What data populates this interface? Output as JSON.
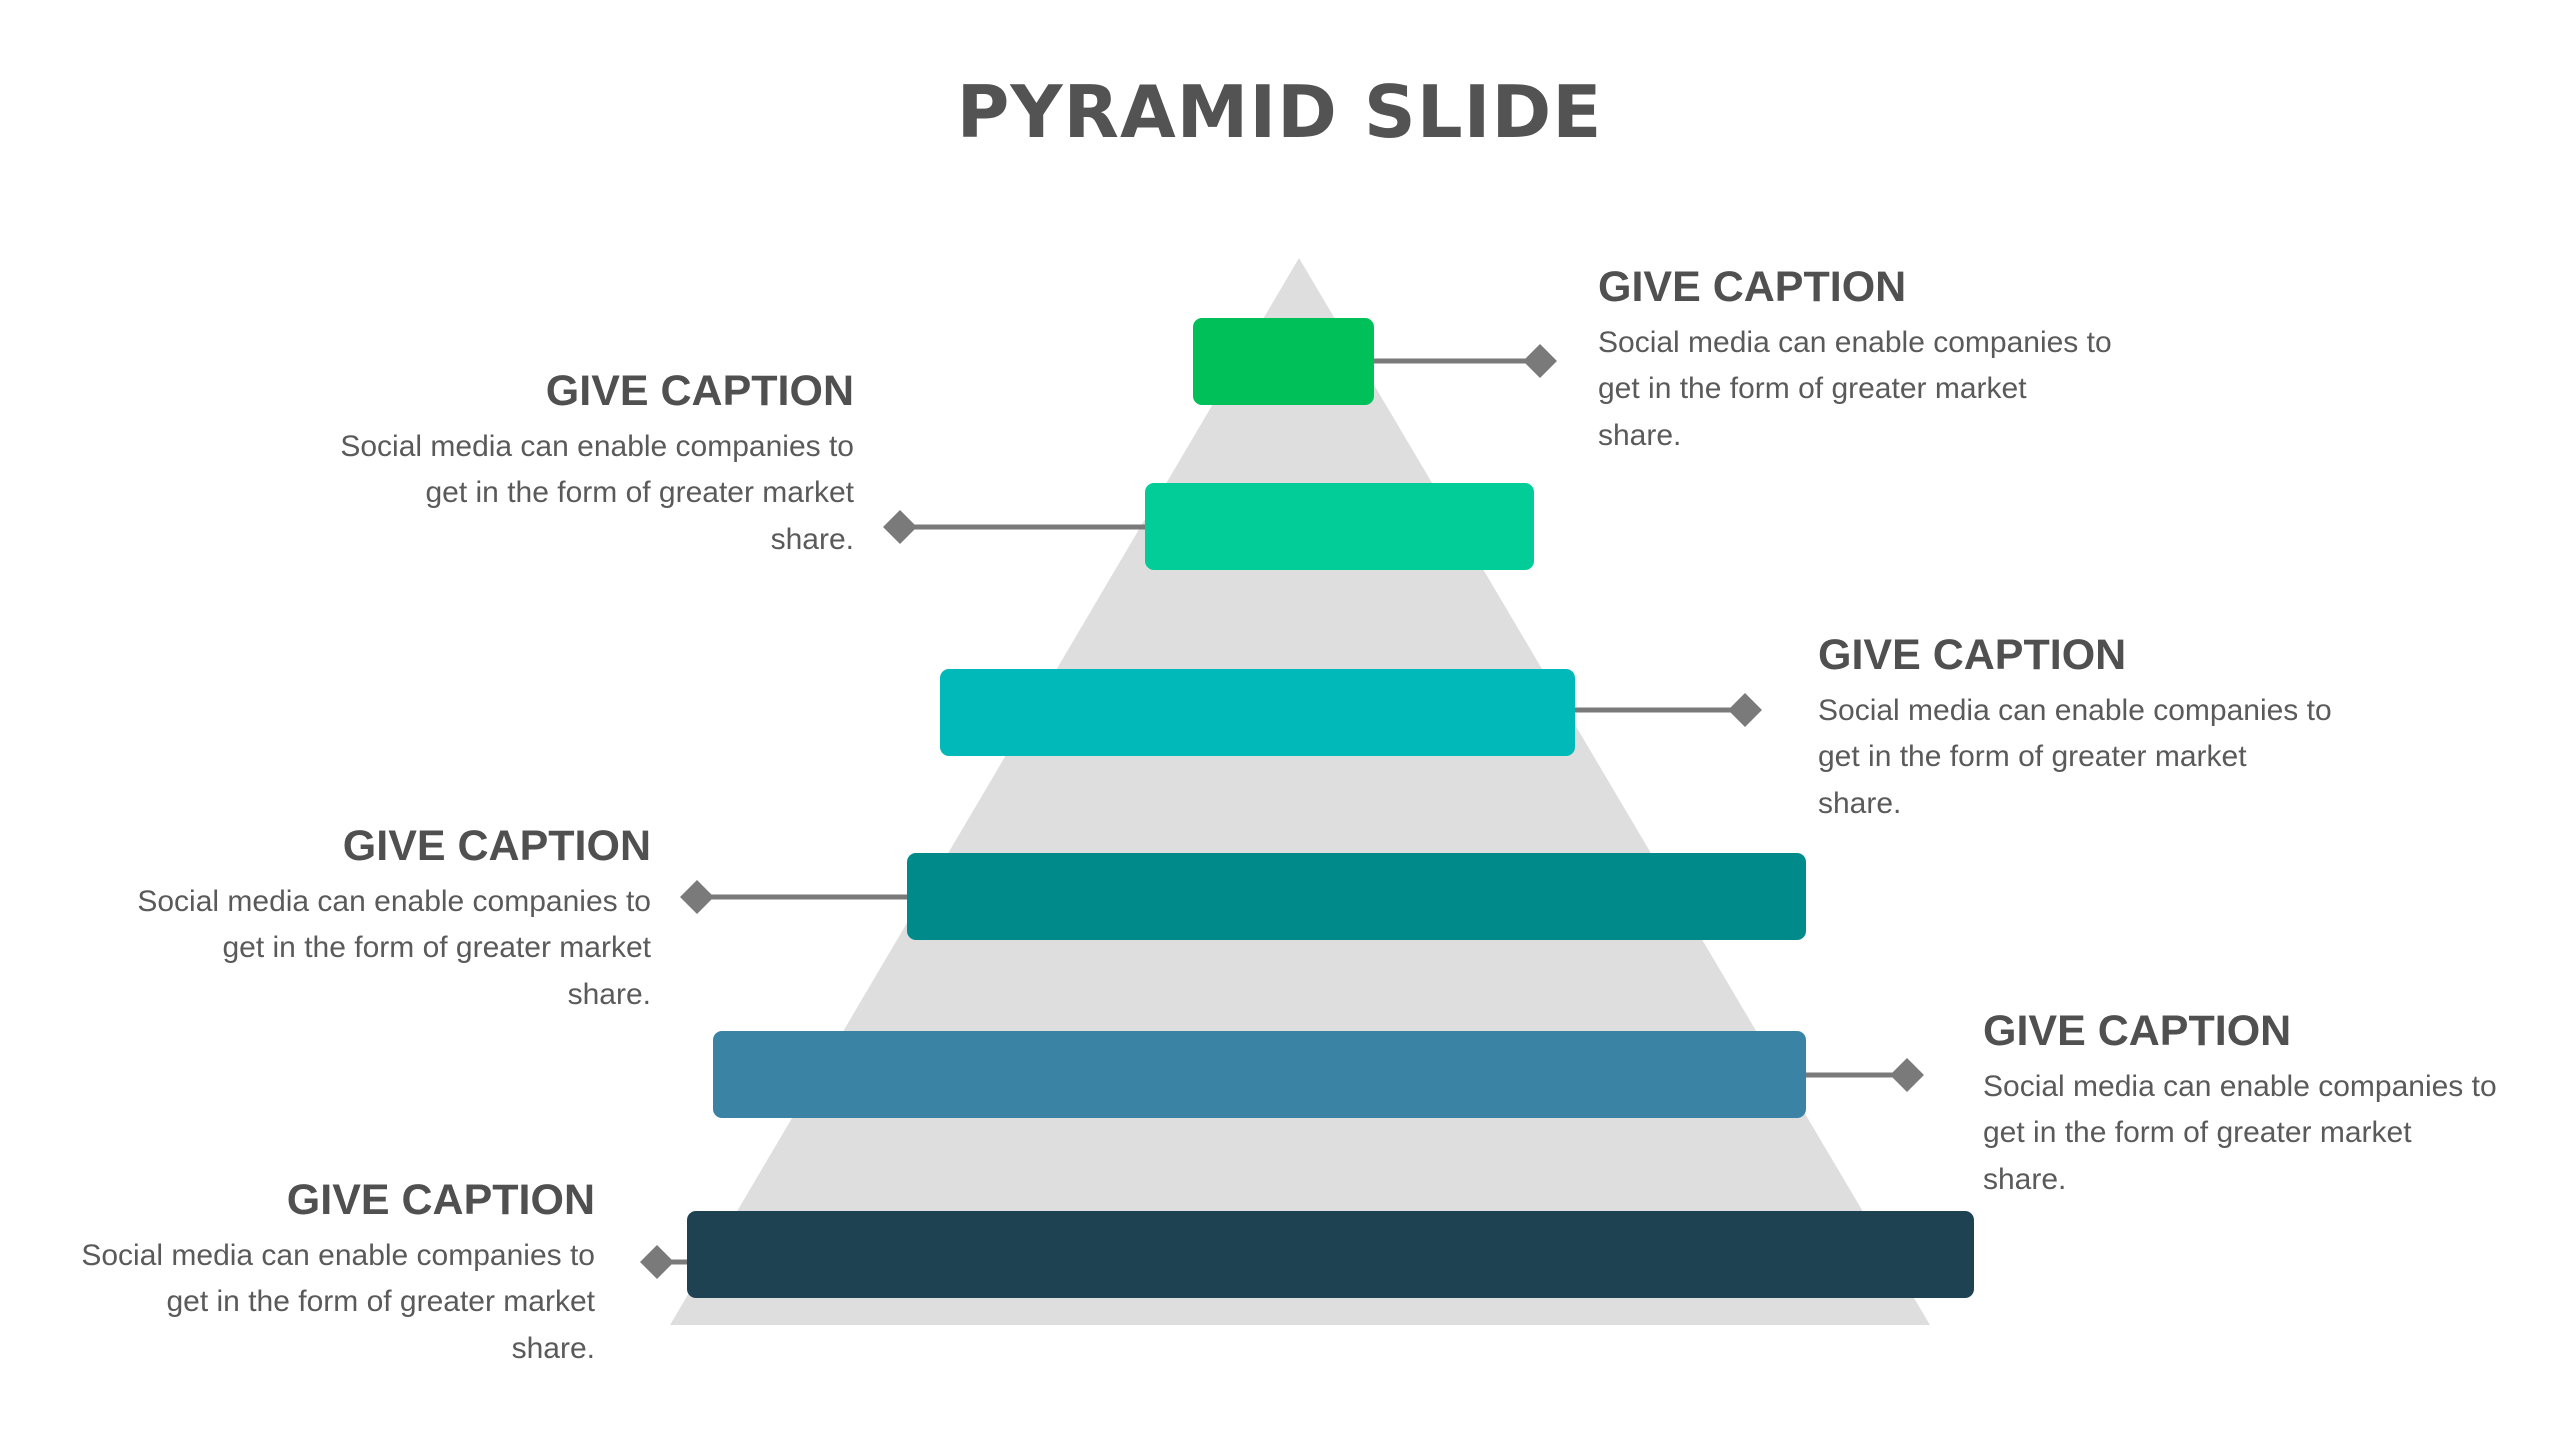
{
  "slide": {
    "title": "PYRAMID SLIDE"
  },
  "colors": {
    "background": "#ffffff",
    "pyramid": "#dedede",
    "connector": "#7a7a7a",
    "level_1": "#00c05a",
    "level_2": "#02cc98",
    "level_3": "#00b9b8",
    "level_4": "#008b8a",
    "level_5": "#3a83a4",
    "level_6": "#1f4252"
  },
  "captions": [
    {
      "heading": "GIVE CAPTION",
      "text": "Social media can enable companies to get in the form of greater market share."
    },
    {
      "heading": "GIVE CAPTION",
      "text": "Social media can enable companies to get in the form of greater market share."
    },
    {
      "heading": "GIVE CAPTION",
      "text": "Social media can enable companies to get in the form of greater market share."
    },
    {
      "heading": "GIVE CAPTION",
      "text": "Social media can enable companies to get in the form of greater market share."
    },
    {
      "heading": "GIVE CAPTION",
      "text": "Social media can enable companies to get in the form of greater market share."
    },
    {
      "heading": "GIVE CAPTION",
      "text": "Social media can enable companies to get in the form of greater market share."
    }
  ]
}
